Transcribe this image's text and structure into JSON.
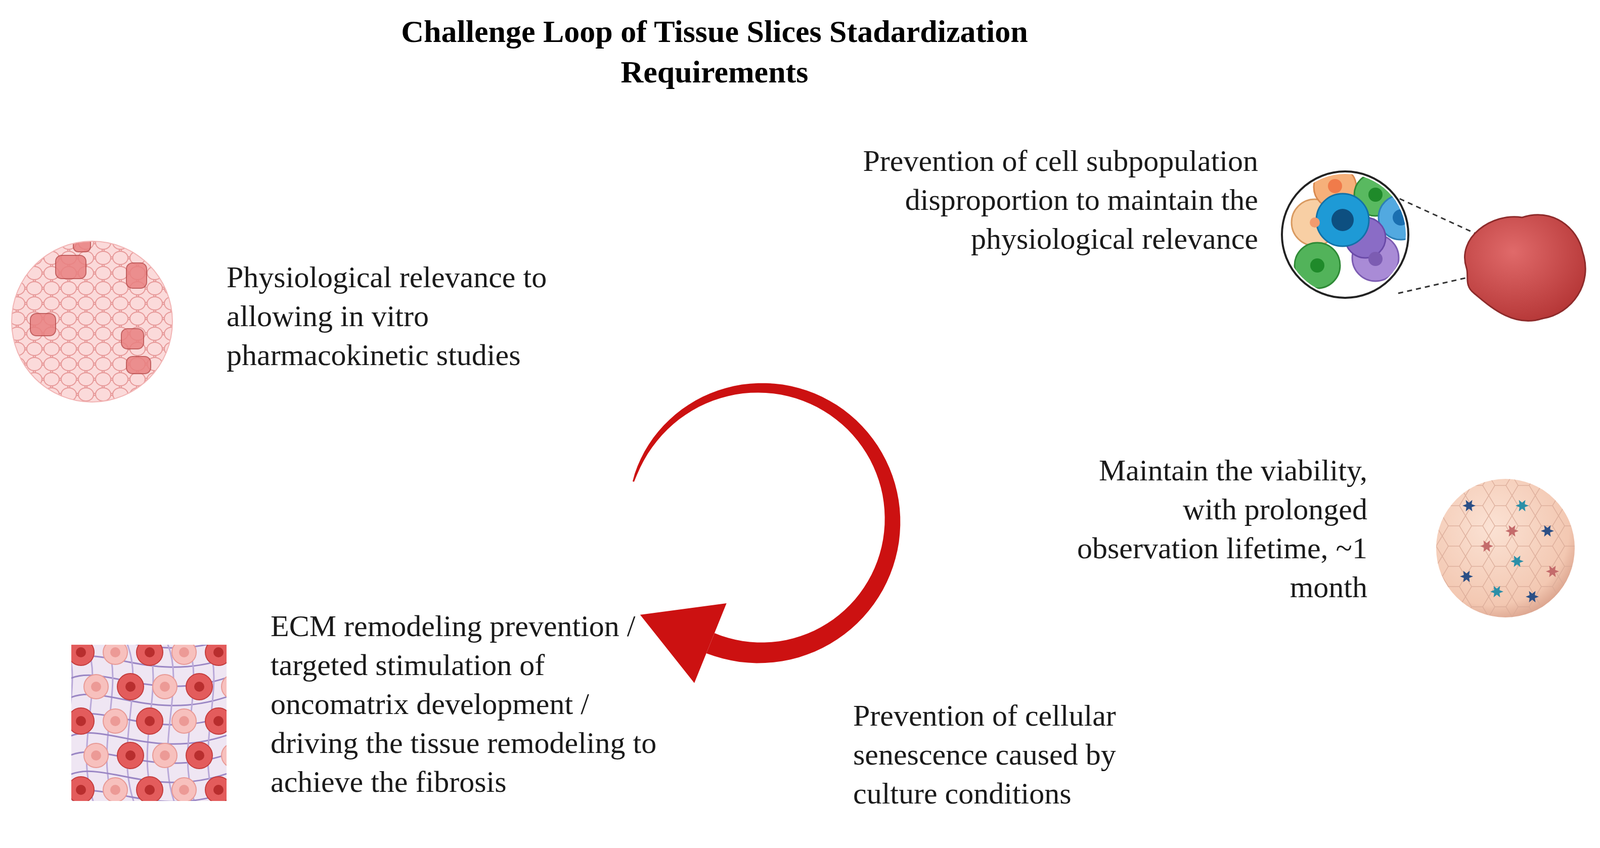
{
  "diagram": {
    "title": "Challenge Loop of Tissue Slices Stadardization Requirements",
    "labels": [
      "Prevention of cell subpopulation disproportion to maintain the physiological relevance",
      "Physiological relevance to allowing in vitro pharmacokinetic studies",
      "Maintain the viability, with prolonged observation lifetime, ~1 month",
      "ECM remodeling prevention / targeted stimulation of oncomatrix development / driving the tissue remodeling to achieve the fibrosis",
      "Prevention of cellular senescence caused by culture conditions"
    ]
  }
}
